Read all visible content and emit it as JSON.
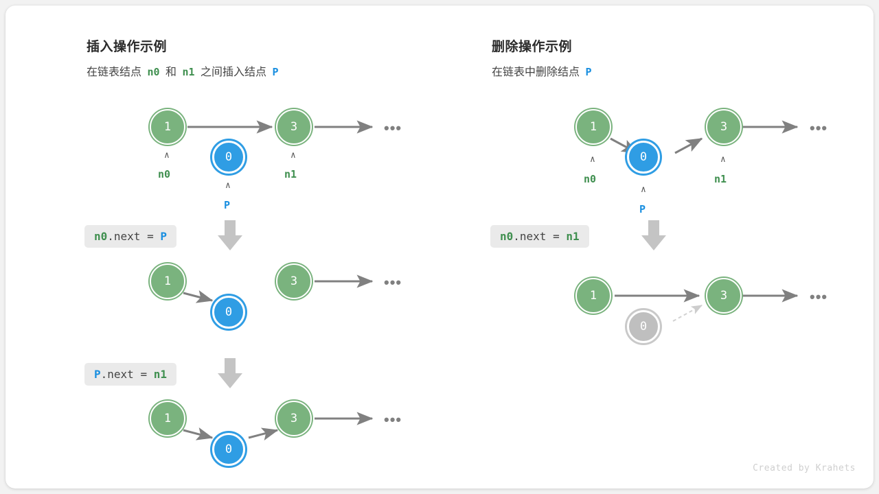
{
  "credit": "Created by Krahets",
  "colors": {
    "node_green": "#7ab37e",
    "node_blue": "#2f9de4",
    "node_gray": "#bfbfbf",
    "arrow_gray": "#808080",
    "label_green": "#3f8f4f",
    "label_blue": "#1a8fe0",
    "chip_bg": "#eaeaea",
    "card_bg": "#ffffff",
    "page_bg": "#f2f2f2"
  },
  "panels": {
    "insert": {
      "title": "插入操作示例",
      "subtitle_parts": [
        {
          "text": "在链表结点",
          "kind": "plain"
        },
        {
          "text": "n0",
          "kind": "green"
        },
        {
          "text": "和",
          "kind": "plain"
        },
        {
          "text": "n1",
          "kind": "green"
        },
        {
          "text": "之间插入结点",
          "kind": "plain"
        },
        {
          "text": "P",
          "kind": "blue"
        }
      ],
      "steps": [
        {
          "code_parts": [
            {
              "text": "n0",
              "kind": "green"
            },
            {
              "text": ".next = ",
              "kind": "plain"
            },
            {
              "text": "P",
              "kind": "blue"
            }
          ]
        },
        {
          "code_parts": [
            {
              "text": "P",
              "kind": "blue"
            },
            {
              "text": ".next = ",
              "kind": "plain"
            },
            {
              "text": "n1",
              "kind": "green"
            }
          ]
        }
      ],
      "rows": [
        {
          "nodes": [
            {
              "value": "1",
              "color": "green",
              "pointer": "n0",
              "pointer_color": "green"
            },
            {
              "value": "0",
              "color": "blue",
              "pointer": "P",
              "pointer_color": "blue"
            },
            {
              "value": "3",
              "color": "green",
              "pointer": "n1",
              "pointer_color": "green"
            }
          ],
          "ellipsis": "•••"
        },
        {
          "nodes": [
            {
              "value": "1",
              "color": "green"
            },
            {
              "value": "0",
              "color": "blue"
            },
            {
              "value": "3",
              "color": "green"
            }
          ],
          "ellipsis": "•••"
        },
        {
          "nodes": [
            {
              "value": "1",
              "color": "green"
            },
            {
              "value": "0",
              "color": "blue"
            },
            {
              "value": "3",
              "color": "green"
            }
          ],
          "ellipsis": "•••"
        }
      ]
    },
    "delete": {
      "title": "删除操作示例",
      "subtitle_parts": [
        {
          "text": "在链表中删除结点",
          "kind": "plain"
        },
        {
          "text": "P",
          "kind": "blue"
        }
      ],
      "steps": [
        {
          "code_parts": [
            {
              "text": "n0",
              "kind": "green"
            },
            {
              "text": ".next = ",
              "kind": "plain"
            },
            {
              "text": "n1",
              "kind": "green"
            }
          ]
        }
      ],
      "rows": [
        {
          "nodes": [
            {
              "value": "1",
              "color": "green",
              "pointer": "n0",
              "pointer_color": "green"
            },
            {
              "value": "0",
              "color": "blue",
              "pointer": "P",
              "pointer_color": "blue"
            },
            {
              "value": "3",
              "color": "green",
              "pointer": "n1",
              "pointer_color": "green"
            }
          ],
          "ellipsis": "•••"
        },
        {
          "nodes": [
            {
              "value": "1",
              "color": "green"
            },
            {
              "value": "0",
              "color": "gray"
            },
            {
              "value": "3",
              "color": "green"
            }
          ],
          "ellipsis": "•••"
        }
      ]
    }
  }
}
